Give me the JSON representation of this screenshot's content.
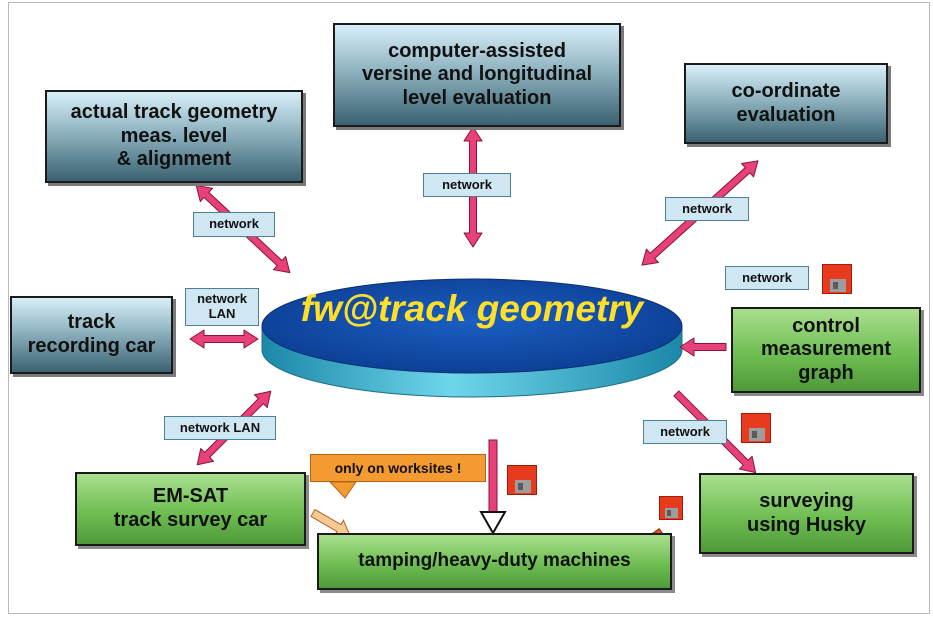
{
  "hub": {
    "title": "fw@track geometry"
  },
  "boxes": {
    "actual_geometry": "actual track geometry\nmeas. level\n& alignment",
    "versine": "computer-assisted\nversine and longitudinal\nlevel evaluation",
    "coordinate": "co-ordinate\nevaluation",
    "recording_car": "track\nrecording car",
    "control_graph": "control\nmeasurement\ngraph",
    "emsat": "EM-SAT\ntrack survey car",
    "tamping": "tamping/heavy-duty machines",
    "husky": "surveying\nusing Husky"
  },
  "labels": {
    "network_left": "network",
    "network_top": "network",
    "network_right_top": "network",
    "network_right_mid": "network",
    "network_lan_left": "network\nLAN",
    "network_lan_bottom": "network LAN",
    "network_right_bottom": "network"
  },
  "callout": "only on worksites !",
  "colors": {
    "arrow": "#e8417a",
    "hub_top": "#0f49a6",
    "hub_side": "#36b8d4",
    "hub_text": "#ffdf29",
    "disk": "#e83a1c"
  },
  "icons": [
    "floppy-disk-icon"
  ]
}
